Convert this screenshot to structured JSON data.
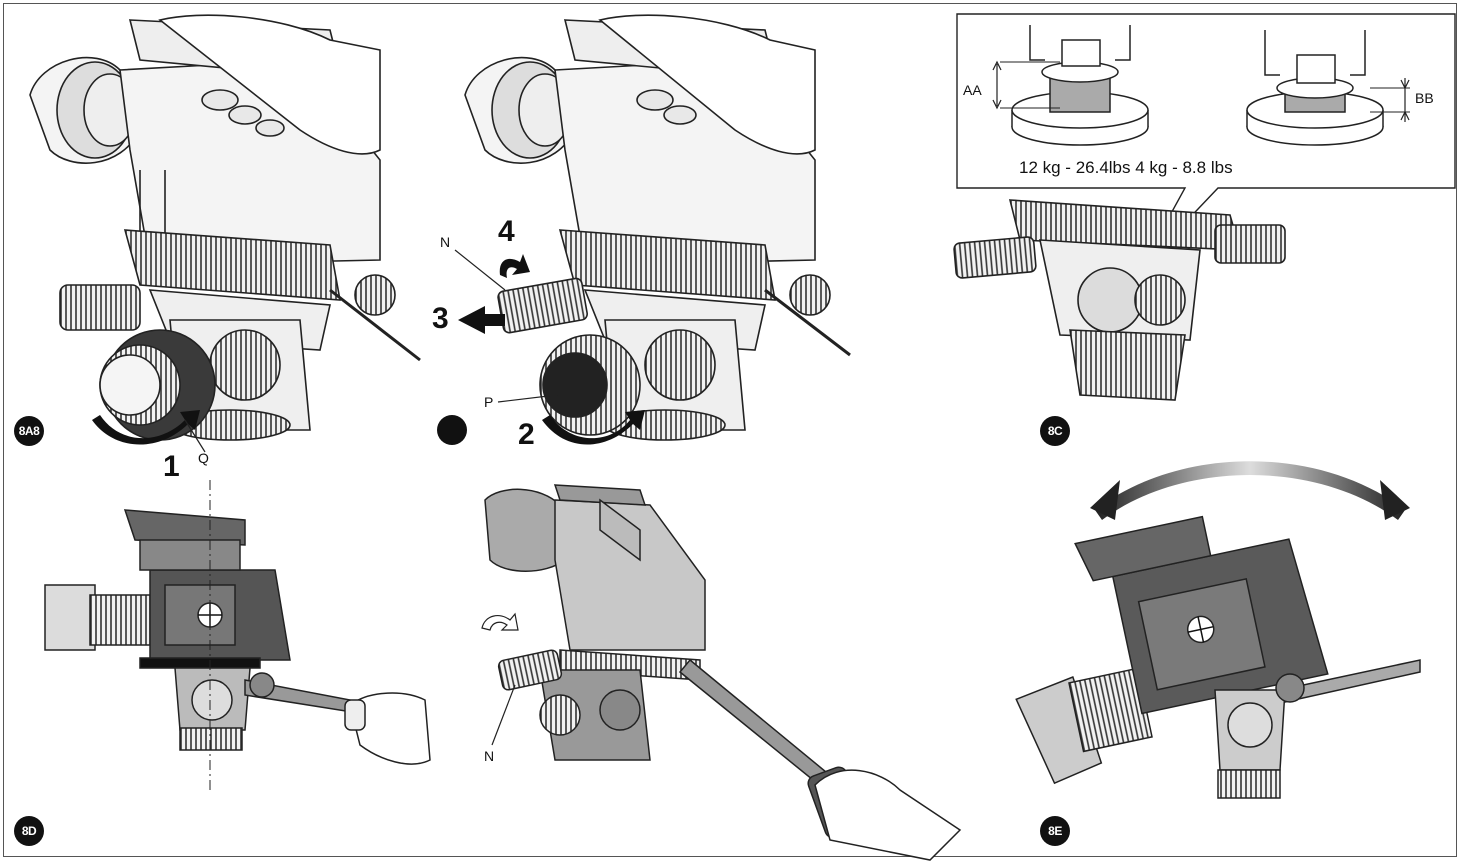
{
  "panels": {
    "a": {
      "badge": "8A8"
    },
    "b": {
      "badge": ""
    },
    "c": {
      "badge": "8C"
    },
    "d": {
      "badge": "8D"
    },
    "e": {
      "badge": "8E"
    }
  },
  "callouts": {
    "q": "Q",
    "n": "N",
    "n2": "N",
    "p": "P",
    "aa": "AA",
    "bb": "BB"
  },
  "steps": {
    "s1": "1",
    "s2": "2",
    "s3": "3",
    "s4": "4"
  },
  "inset": {
    "caption": "12 kg - 26.4lbs 4 kg - 8.8 lbs"
  },
  "icons": [
    "camera-icon",
    "tripod-head-icon",
    "hand-icon",
    "arrow-icon",
    "counterbalance-knob-icon"
  ],
  "colors": {
    "line": "#222222",
    "fill": "#e6e6e6",
    "dark": "#4a4a4a",
    "badge": "#111111"
  }
}
